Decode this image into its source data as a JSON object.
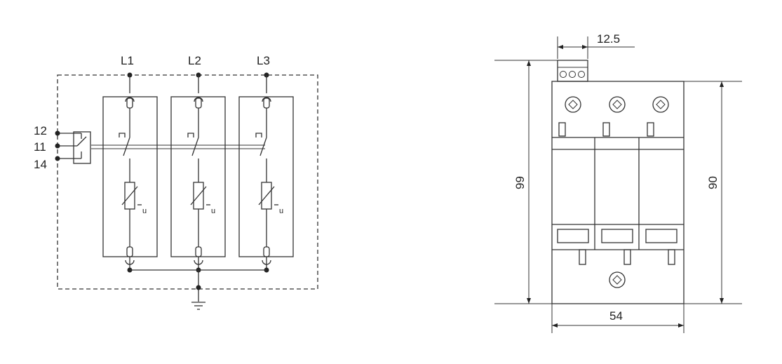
{
  "schematic": {
    "phase_labels": [
      "L1",
      "L2",
      "L3"
    ],
    "contact_labels": [
      "12",
      "11",
      "14"
    ],
    "varistor_mark": "u"
  },
  "dimensions": {
    "terminal_width": "12.5",
    "total_height": "99",
    "body_height": "90",
    "width": "54"
  },
  "colors": {
    "line": "#333333",
    "background": "#ffffff"
  }
}
